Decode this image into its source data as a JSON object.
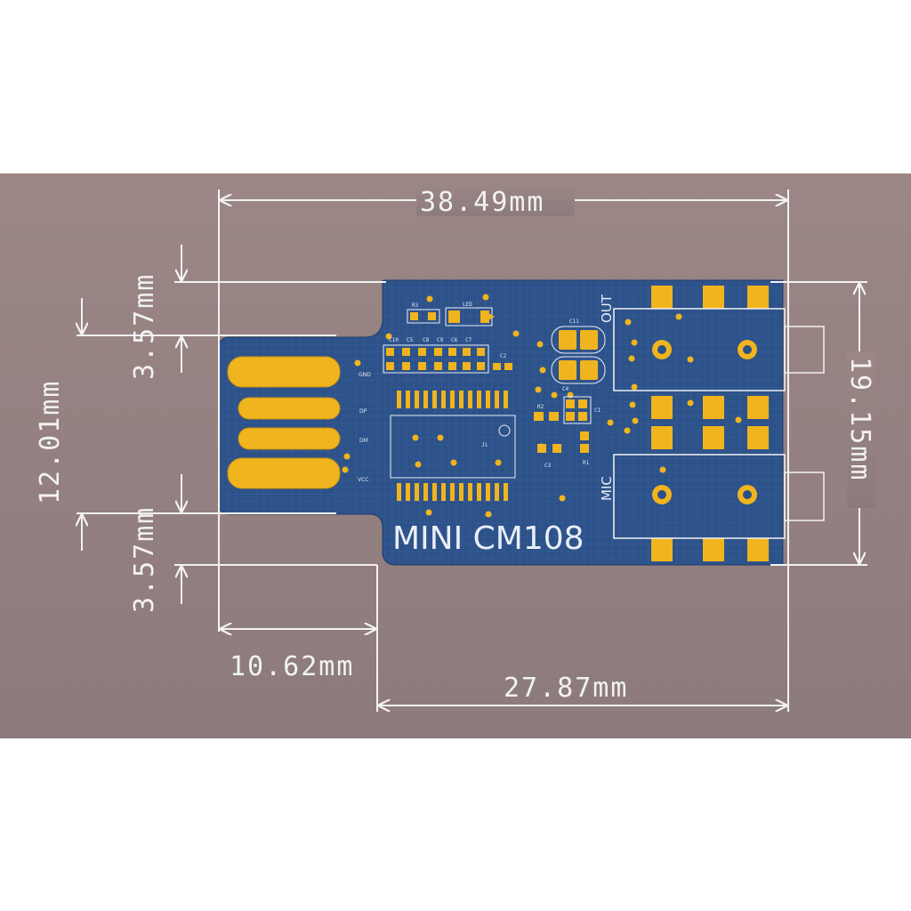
{
  "board": {
    "title": "MINI CM108",
    "jack_labels": {
      "out": "OUT",
      "mic": "MIC"
    },
    "usb_pin_labels": [
      "GND",
      "DP",
      "DM",
      "VCC"
    ],
    "components": [
      "R3",
      "LED",
      "C10",
      "C5",
      "C8",
      "C9",
      "C6",
      "C7",
      "C2",
      "C11",
      "C4",
      "J1",
      "R2",
      "C3",
      "R1",
      "C1"
    ]
  },
  "dimensions": {
    "total_width": "38.49mm",
    "usb_length": "10.62mm",
    "body_length": "27.87mm",
    "body_height": "19.15mm",
    "usb_width": "12.01mm",
    "top_offset": "3.57mm",
    "bottom_offset": "3.57mm"
  },
  "colors": {
    "background": "#9a8585",
    "pcb": "#2b4f86",
    "copper": "#f0b41e",
    "dimension_line": "#f2f2f2"
  }
}
